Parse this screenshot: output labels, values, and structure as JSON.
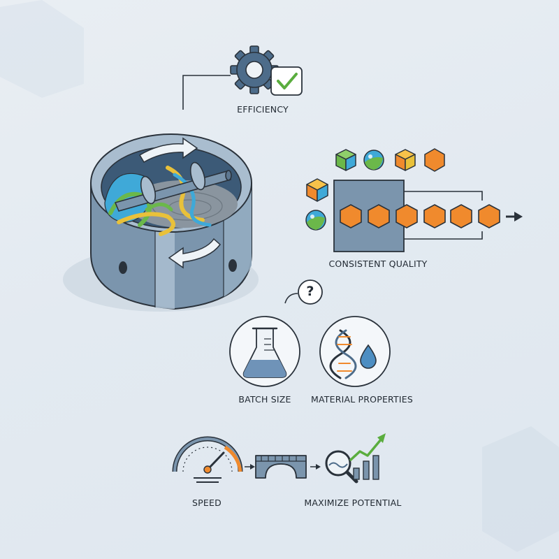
{
  "labels": {
    "efficiency": "EFFICIENCY",
    "consistent_quality": "CONSISTENT QUALITY",
    "batch_size": "BATCH SIZE",
    "material_properties": "MATERIAL PROPERTIES",
    "speed": "SPEED",
    "maximize_potential": "MAXIMIZE POTENTIAL",
    "question_mark": "?"
  },
  "colors": {
    "dark_blue": "#4d6c8a",
    "steel": "#7b95ad",
    "light_steel": "#a9bdcf",
    "orange": "#f08a2d",
    "green": "#6bb84a",
    "cyan": "#3fa9d8",
    "yellow": "#e9c13a",
    "outline": "#2a323b"
  },
  "icons": [
    "gear-icon",
    "checkmark-icon",
    "mixer-tank-icon",
    "rotation-arrow-icon",
    "cube-icon",
    "sphere-icon",
    "hexagon-icon",
    "arrow-right-icon",
    "question-bubble-icon",
    "flask-icon",
    "dna-icon",
    "droplet-icon",
    "speedometer-icon",
    "bridge-icon",
    "magnifier-icon",
    "growth-chart-icon"
  ]
}
